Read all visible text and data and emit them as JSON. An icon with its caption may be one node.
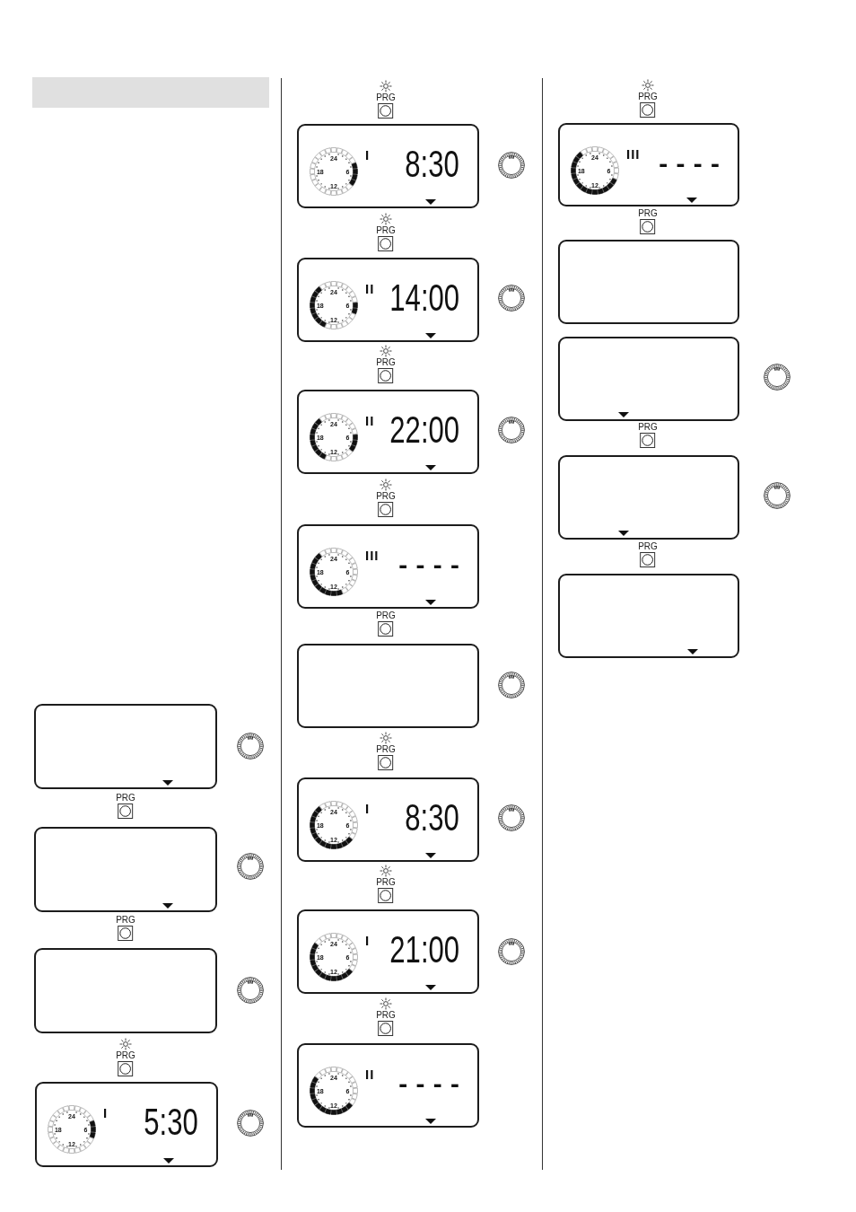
{
  "diagram": {
    "nodes": [
      {
        "text": [],
        "shape": "box"
      },
      {
        "text": [
          "PRG"
        ]
      },
      {
        "text": [],
        "shape": "box"
      },
      {
        "text": [
          "PRG"
        ]
      },
      {
        "text": [],
        "shape": "box"
      },
      {
        "text": [
          "PRG"
        ]
      },
      {
        "text": [
          "I",
          "5:30"
        ]
      },
      {
        "text": [
          "24",
          "18",
          "6",
          "12"
        ],
        "in": 6
      },
      {
        "text": [
          "PRG"
        ]
      },
      {
        "text": [
          "I",
          "8:30"
        ]
      },
      {
        "text": [
          "24",
          "18",
          "6",
          "12"
        ],
        "in": 9
      },
      {
        "text": [
          "PRG"
        ]
      },
      {
        "text": [
          "II",
          "14:00"
        ]
      },
      {
        "text": [
          "24",
          "18",
          "6",
          "12"
        ],
        "in": 12
      },
      {
        "text": [
          "PRG"
        ]
      },
      {
        "text": [
          "II",
          "22:00"
        ]
      },
      {
        "text": [
          "24",
          "18",
          "6",
          "12"
        ],
        "in": 15
      },
      {
        "text": [
          "PRG"
        ]
      },
      {
        "text": [
          "III",
          "----"
        ]
      },
      {
        "text": [
          "24",
          "18",
          "6",
          "12"
        ],
        "in": 18
      },
      {
        "text": [
          "PRG"
        ]
      },
      {
        "text": [],
        "shape": "box"
      },
      {
        "text": [
          "PRG"
        ]
      },
      {
        "text": [
          "I",
          "8:30"
        ]
      },
      {
        "text": [
          "24",
          "18",
          "6",
          "12"
        ],
        "in": 23
      },
      {
        "text": [
          "PRG"
        ]
      },
      {
        "text": [
          "I",
          "21:00"
        ]
      },
      {
        "text": [
          "24",
          "18",
          "6",
          "12"
        ],
        "in": 26
      },
      {
        "text": [
          "PRG"
        ]
      },
      {
        "text": [
          "II",
          "----"
        ]
      },
      {
        "text": [
          "24",
          "18",
          "6",
          "12"
        ],
        "in": 29
      },
      {
        "text": [
          "PRG"
        ]
      },
      {
        "text": [
          "III",
          "----"
        ]
      },
      {
        "text": [
          "24",
          "18",
          "6",
          "12"
        ],
        "in": 32
      },
      {
        "text": [
          "PRG"
        ]
      },
      {
        "text": [],
        "shape": "box"
      },
      {
        "text": [],
        "shape": "box"
      },
      {
        "text": [
          "PRG"
        ]
      },
      {
        "text": [],
        "shape": "box"
      },
      {
        "text": [
          "PRG"
        ]
      },
      {
        "text": [],
        "shape": "box"
      }
    ]
  }
}
